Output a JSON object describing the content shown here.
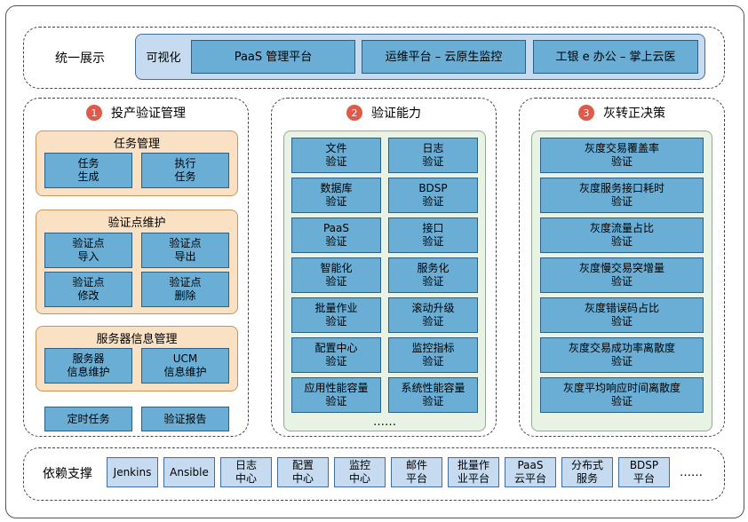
{
  "top": {
    "label": "统一展示",
    "band_label": "可视化",
    "items": [
      "PaaS 管理平台",
      "运维平台 – 云原生监控",
      "工银 e 办公 – 掌上云医"
    ]
  },
  "sections": [
    {
      "number": "1",
      "title": "投产验证管理",
      "groups": [
        {
          "title": "任务管理",
          "items": [
            "任务\n生成",
            "执行\n任务"
          ]
        },
        {
          "title": "验证点维护",
          "items": [
            "验证点\n导入",
            "验证点\n导出",
            "验证点\n修改",
            "验证点\n删除"
          ]
        },
        {
          "title": "服务器信息管理",
          "items": [
            "服务器\n信息维护",
            "UCM\n信息维护"
          ]
        }
      ],
      "bottom_items": [
        "定时任务",
        "验证报告"
      ]
    },
    {
      "number": "2",
      "title": "验证能力",
      "items": [
        "文件\n验证",
        "日志\n验证",
        "数据库\n验证",
        "BDSP\n验证",
        "PaaS\n验证",
        "接口\n验证",
        "智能化\n验证",
        "服务化\n验证",
        "批量作业\n验证",
        "滚动升级\n验证",
        "配置中心\n验证",
        "监控指标\n验证",
        "应用性能容量\n验证",
        "系统性能容量\n验证"
      ],
      "ellipsis": "……"
    },
    {
      "number": "3",
      "title": "灰转正决策",
      "items": [
        "灰度交易覆盖率\n验证",
        "灰度服务接口耗时\n验证",
        "灰度流量占比\n验证",
        "灰度慢交易突增量\n验证",
        "灰度错误码占比\n验证",
        "灰度交易成功率离散度\n验证",
        "灰度平均响应时间离散度\n验证"
      ]
    }
  ],
  "bottom": {
    "label": "依赖支撑",
    "items": [
      "Jenkins",
      "Ansible",
      "日志\n中心",
      "配置\n中心",
      "监控\n中心",
      "邮件\n平台",
      "批量作\n业平台",
      "PaaS\n云平台",
      "分布式\n服务",
      "BDSP\n平台"
    ],
    "ellipsis": "……"
  },
  "colors": {
    "box_blue": "#6aaed6",
    "box_light_blue": "#c6dbef",
    "orange_panel": "#fbe1c4",
    "green_panel": "#e8f3e5",
    "number_badge": "#e05a4a"
  }
}
